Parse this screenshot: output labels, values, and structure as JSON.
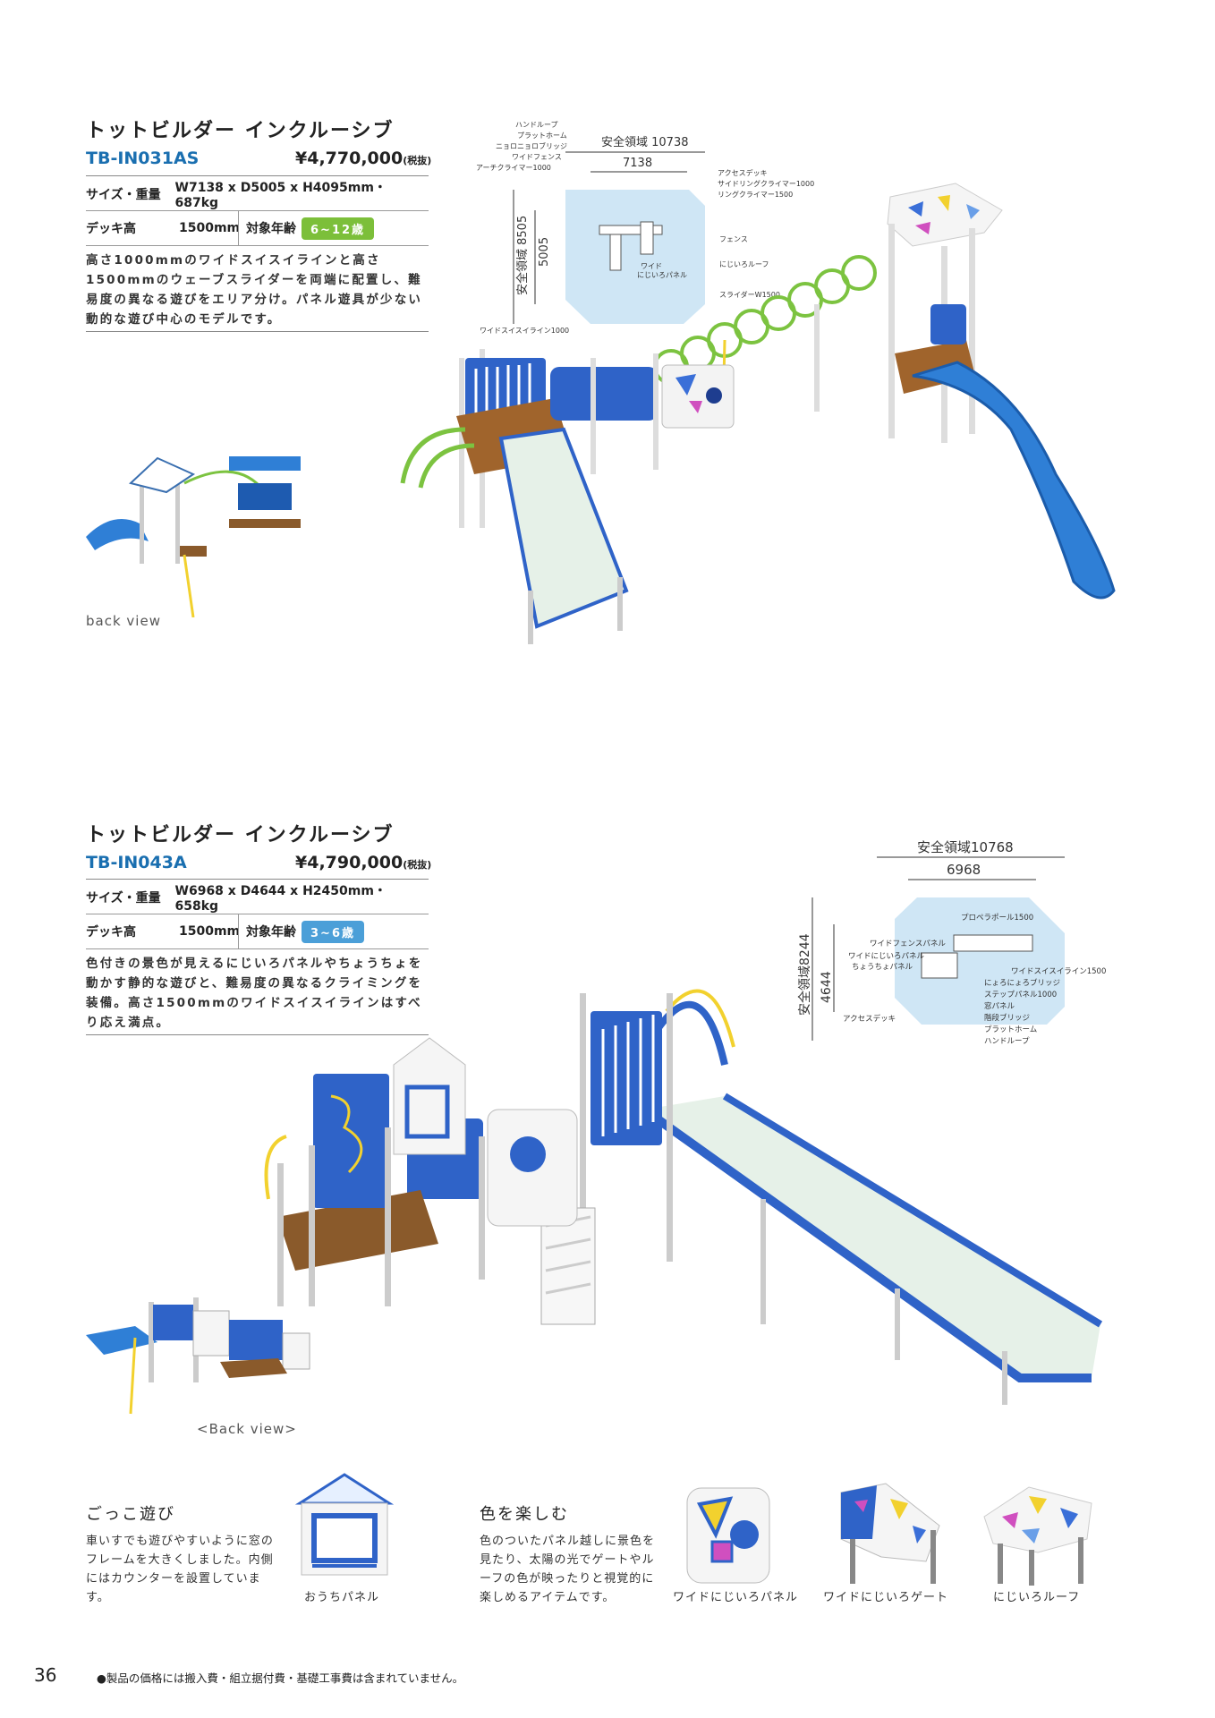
{
  "product1": {
    "title": "トットビルダー インクルーシブ",
    "code": "TB-IN031AS",
    "price": "¥4,770,000",
    "tax": "(税抜)",
    "size_label": "サイズ・重量",
    "size_value": "W7138 x D5005 x H4095mm・687kg",
    "deck_label": "デッキ高",
    "deck_value": "1500mm",
    "age_label": "対象年齢",
    "age_value": "6~12歳",
    "description": "高さ1000mmのワイドスイスイラインと高さ1500mmのウェーブスライダーを両端に配置し、難易度の異なる遊びをエリア分け。パネル遊具が少ない動的な遊び中心のモデルです。",
    "back_caption": "back view",
    "diagram": {
      "safety_label": "安全領域 10738",
      "width_label": "7138",
      "vertical_outer": "安全領域 8505",
      "vertical_inner": "5005",
      "labels_left": [
        "ハンドループ",
        "プラットホーム",
        "ニョロニョロブリッジ",
        "ワイドフェンス",
        "アーチクライマー1000"
      ],
      "labels_right": [
        "アクセスデッキ",
        "サイドリングクライマー1000",
        "リングクライマー1500",
        "フェンス",
        "にじいろルーフ",
        "スライダーW1500"
      ],
      "labels_inner": [
        "ワイド",
        "にじいろパネル"
      ],
      "label_bottom": "ワイドスイスイライン1000"
    }
  },
  "product2": {
    "title": "トットビルダー インクルーシブ",
    "code": "TB-IN043A",
    "price": "¥4,790,000",
    "tax": "(税抜)",
    "size_label": "サイズ・重量",
    "size_value": "W6968 x D4644 x H2450mm・658kg",
    "deck_label": "デッキ高",
    "deck_value": "1500mm",
    "age_label": "対象年齢",
    "age_value": "3~6歳",
    "description": "色付きの景色が見えるにじいろパネルやちょうちょを動かす静的な遊びと、難易度の異なるクライミングを装備。高さ1500mmのワイドスイスイラインはすべり応え満点。",
    "back_caption": "<Back view>",
    "diagram": {
      "safety_label": "安全領域10768",
      "width_label": "6968",
      "vertical_outer": "安全領域8244",
      "vertical_inner": "4644",
      "labels_left": [
        "ワイドフェンスパネル",
        "ワイドにじいろパネル",
        "ちょうちょパネル",
        "アクセスデッキ"
      ],
      "labels_right": [
        "プロペラポール1500",
        "ワイドスイスイライン1500",
        "にょろにょろブリッジ",
        "ステップパネル1000",
        "窓パネル",
        "階段ブリッジ",
        "プラットホーム",
        "ハンドループ"
      ]
    }
  },
  "feature1": {
    "heading": "ごっこ遊び",
    "text": "車いすでも遊びやすいように窓のフレームを大きくしました。内側にはカウンターを設置しています。",
    "item_caption": "おうちパネル"
  },
  "feature2": {
    "heading": "色を楽しむ",
    "text": "色のついたパネル越しに景色を見たり、太陽の光でゲートやルーフの色が映ったりと視覚的に楽しめるアイテムです。",
    "items": [
      "ワイドにじいろパネル",
      "ワイドにじいろゲート",
      "にじいろルーフ"
    ]
  },
  "footer": {
    "page_number": "36",
    "note": "●製品の価格には搬入費・組立据付費・基礎工事費は含まれていません。"
  },
  "colors": {
    "accent_blue": "#1a6fb0",
    "age_green": "#7cbf3a",
    "age_blue": "#4b9fd8",
    "safety_area": "#cfe6f5"
  }
}
